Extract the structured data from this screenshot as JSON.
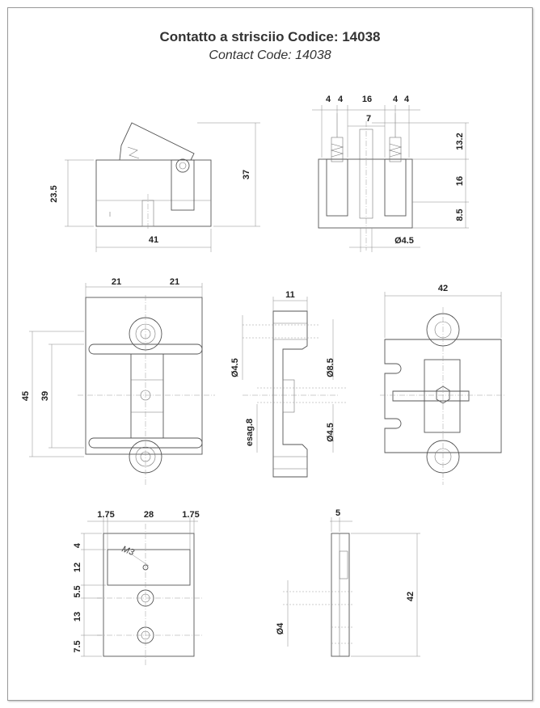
{
  "title": "Contatto a strisciio Codice: 14038",
  "subtitle": "Contact Code: 14038",
  "dims": {
    "side": {
      "h1": "23.5",
      "h2": "37",
      "w": "41"
    },
    "front": {
      "d1": "4",
      "d2": "4",
      "d3": "16",
      "d4": "4",
      "d5": "4",
      "d6": "7",
      "d7": "13.2",
      "d8": "16",
      "d9": "8.5",
      "d10": "Ø4.5"
    },
    "top": {
      "w1": "21",
      "w2": "21",
      "h1": "45",
      "h2": "39"
    },
    "section": {
      "w": "11",
      "a": "Ø4.5",
      "b": "Ø8.5",
      "c": "esag.8",
      "d": "Ø4.5"
    },
    "right": {
      "w": "42"
    },
    "plate": {
      "w1": "1.75",
      "w2": "28",
      "w3": "1.75",
      "v1": "4",
      "v2": "12",
      "v3": "5.5",
      "v4": "13",
      "v5": "7.5",
      "thread": "M3"
    },
    "plateside": {
      "w": "5",
      "h": "42",
      "d": "Ø4"
    }
  }
}
